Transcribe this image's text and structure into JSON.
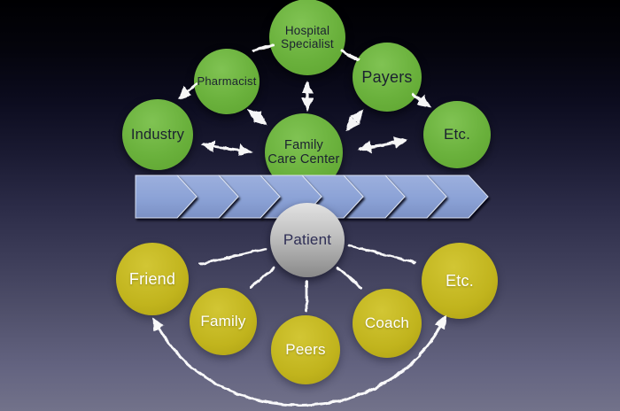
{
  "slide": {
    "background_top_color": "#000002",
    "background_bottom_color": "#72728a"
  },
  "colors": {
    "care_team_green": "#6ab13c",
    "support_yellow": "#c1b41d",
    "patient_gray": "#bfbfbf",
    "chevron_blue": "#8ba2d6",
    "arrow_white": "#ffffff",
    "green_node_text": "#1b2130",
    "yellow_node_text": "#ffffff",
    "patient_text": "#2e2e55"
  },
  "nodes": {
    "hospital_specialist": {
      "label": "Hospital Specialist",
      "line1": "Hospital",
      "line2": "Specialist",
      "group": "care-team"
    },
    "pharmacist": {
      "label": "Pharmacist",
      "group": "care-team"
    },
    "payers": {
      "label": "Payers",
      "group": "care-team"
    },
    "industry": {
      "label": "Industry",
      "group": "care-team"
    },
    "family_care_center": {
      "label": "Family Care Center",
      "line1": "Family",
      "line2": "Care Center",
      "group": "care-team"
    },
    "etc_top": {
      "label": "Etc.",
      "group": "care-team"
    },
    "patient": {
      "label": "Patient",
      "group": "hub"
    },
    "friend": {
      "label": "Friend",
      "group": "support-network"
    },
    "family": {
      "label": "Family",
      "group": "support-network"
    },
    "peers": {
      "label": "Peers",
      "group": "support-network"
    },
    "coach": {
      "label": "Coach",
      "group": "support-network"
    },
    "etc_bottom": {
      "label": "Etc.",
      "group": "support-network"
    }
  },
  "process_band": {
    "chevron_count": 8,
    "direction": "right"
  },
  "connections": [
    {
      "from": "hospital_specialist",
      "to": "pharmacist",
      "style": "line"
    },
    {
      "from": "hospital_specialist",
      "to": "payers",
      "style": "line"
    },
    {
      "from": "hospital_specialist",
      "to": "family_care_center",
      "style": "double-arrow"
    },
    {
      "from": "pharmacist",
      "to": "family_care_center",
      "style": "double-arrow"
    },
    {
      "from": "pharmacist",
      "to": "industry",
      "style": "arrow"
    },
    {
      "from": "industry",
      "to": "family_care_center",
      "style": "double-arrow"
    },
    {
      "from": "payers",
      "to": "family_care_center",
      "style": "double-arrow"
    },
    {
      "from": "payers",
      "to": "etc_top",
      "style": "arrow"
    },
    {
      "from": "family_care_center",
      "to": "etc_top",
      "style": "double-arrow"
    },
    {
      "from": "patient",
      "to": "friend",
      "style": "line"
    },
    {
      "from": "patient",
      "to": "family",
      "style": "line"
    },
    {
      "from": "patient",
      "to": "peers",
      "style": "line"
    },
    {
      "from": "patient",
      "to": "coach",
      "style": "line"
    },
    {
      "from": "patient",
      "to": "etc_bottom",
      "style": "line"
    },
    {
      "from": "friend",
      "to": "etc_bottom",
      "style": "curved-double-arrow"
    }
  ]
}
